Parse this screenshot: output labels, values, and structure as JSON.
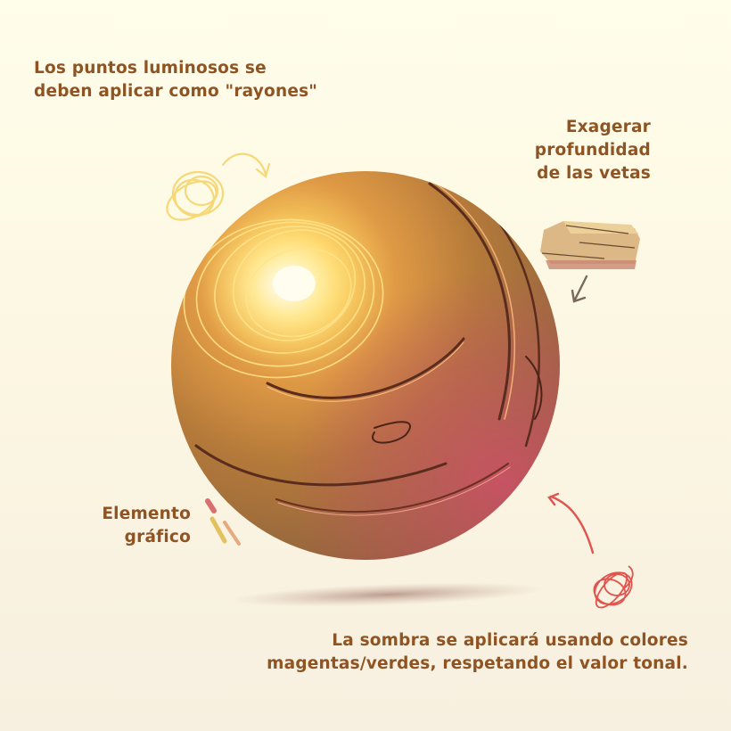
{
  "annotations": {
    "highlights": {
      "lines": [
        "Los puntos luminosos se",
        "deben aplicar como \"rayones\""
      ],
      "icon": "yellow-scribble-icon"
    },
    "veins": {
      "lines": [
        "Exagerar",
        "profundidad",
        "de las vetas"
      ],
      "icon": "wood-block-icon"
    },
    "graphic_element": {
      "lines": [
        "Elemento",
        "gráfico"
      ],
      "icon": "brush-strokes-icon"
    },
    "shadow": {
      "lines": [
        "La sombra se aplicará usando colores",
        "magentas/verdes, respetando el valor tonal."
      ],
      "icon": "red-scribble-icon"
    }
  },
  "colors": {
    "text": "#8f5423",
    "background_top": "#fffeea",
    "background_bottom": "#f7efdf",
    "sphere_light": "#ffe58a",
    "sphere_mid": "#b9772f",
    "sphere_dark": "#8a5a2c",
    "sphere_magenta": "#c0505a",
    "scribble_yellow": "#f7d878",
    "scribble_red": "#e0544f",
    "arrow_gray": "#7a6a5a"
  }
}
